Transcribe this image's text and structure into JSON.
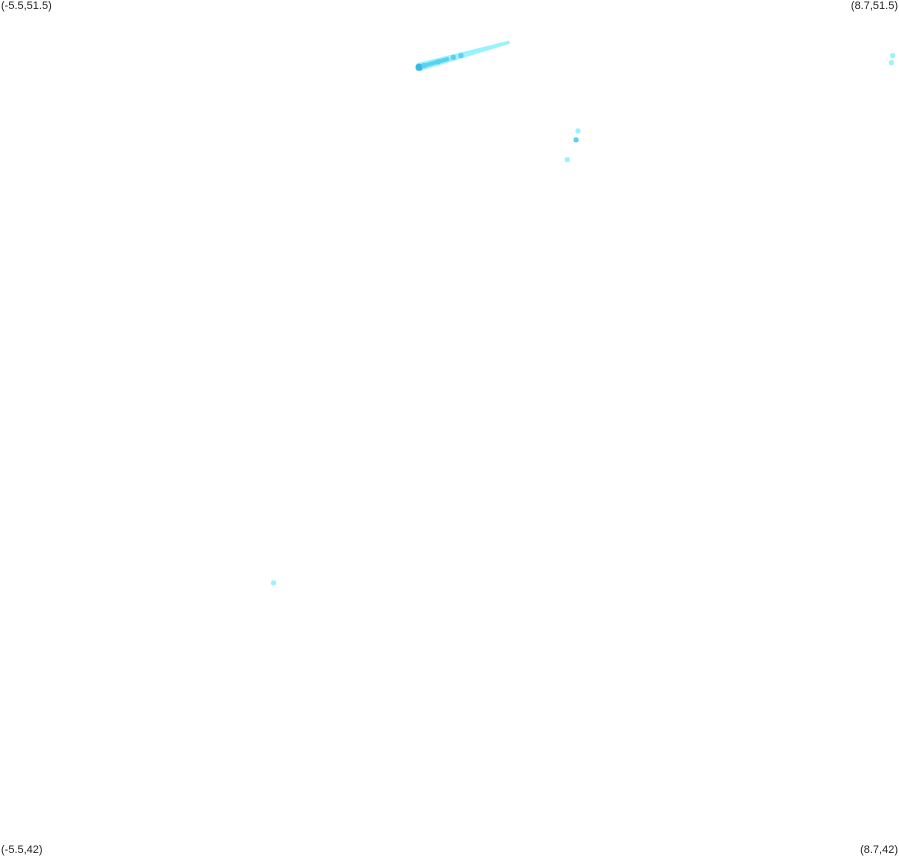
{
  "map": {
    "corners": {
      "top_left": "(-5.5,51.5)",
      "top_right": "(8.7,51.5)",
      "bottom_left": "(-5.5,42)",
      "bottom_right": "(8.7,42)"
    },
    "bounds": {
      "lon_min": -5.5,
      "lon_max": 8.7,
      "lat_min": 42,
      "lat_max": 51.5
    },
    "colors": {
      "background": "#ffffff",
      "light_cyan": "#99f3fb",
      "mid_cyan": "#5ad0f2",
      "deep_cyan": "#38b8ea"
    },
    "track": {
      "start": {
        "lon": 1.1,
        "lat": 50.75
      },
      "end": {
        "lon": 2.55,
        "lat": 51.03
      }
    },
    "points": [
      {
        "lon": 1.12,
        "lat": 50.75,
        "shade": "deep_cyan"
      },
      {
        "lon": 1.2,
        "lat": 50.77,
        "shade": "mid_cyan"
      },
      {
        "lon": 1.42,
        "lat": 50.81,
        "shade": "mid_cyan"
      },
      {
        "lon": 1.66,
        "lat": 50.86,
        "shade": "mid_cyan"
      },
      {
        "lon": 1.78,
        "lat": 50.88,
        "shade": "mid_cyan"
      },
      {
        "lon": 3.63,
        "lat": 50.04,
        "shade": "light_cyan"
      },
      {
        "lon": 3.6,
        "lat": 49.94,
        "shade": "mid_cyan"
      },
      {
        "lon": 3.46,
        "lat": 49.72,
        "shade": "light_cyan"
      },
      {
        "lon": 8.6,
        "lat": 50.88,
        "shade": "light_cyan"
      },
      {
        "lon": 8.58,
        "lat": 50.8,
        "shade": "light_cyan"
      },
      {
        "lon": -1.18,
        "lat": 45.0,
        "shade": "light_cyan"
      }
    ]
  }
}
